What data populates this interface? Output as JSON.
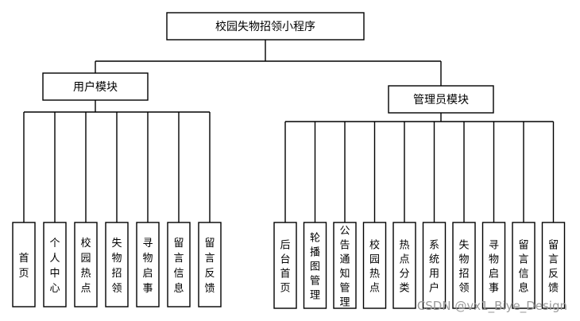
{
  "root": {
    "label": "校园失物招领小程序"
  },
  "user_module": {
    "label": "用户模块",
    "children": [
      "首页",
      "个人中心",
      "校园热点",
      "失物招领",
      "寻物启事",
      "留言信息",
      "留言反馈"
    ]
  },
  "admin_module": {
    "label": "管理员模块",
    "children": [
      "后台首页",
      "轮播图管理",
      "公告通知管理",
      "校园热点",
      "热点分类",
      "系统用户",
      "失物招领",
      "寻物启事",
      "留言信息",
      "留言反馈"
    ]
  },
  "watermark": "CSDN @vx1_Biye_Design"
}
